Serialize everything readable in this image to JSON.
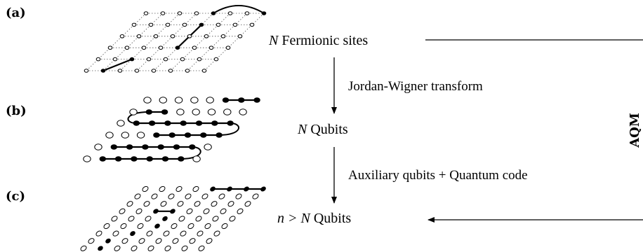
{
  "panels": [
    {
      "label": "(a)"
    },
    {
      "label": "(b)"
    },
    {
      "label": "(c)"
    }
  ],
  "stages": [
    {
      "var": "N",
      "text": " Fermionic sites"
    },
    {
      "var": "N",
      "text": " Qubits"
    },
    {
      "var": "n > N",
      "text": " Qubits"
    }
  ],
  "steps": [
    {
      "text": "Jordan-Wigner transform"
    },
    {
      "text": "Auxiliary qubits + Quantum code"
    }
  ],
  "side_label": "AQM",
  "colors": {
    "ink": "#000000",
    "grid": "#555555",
    "hollow": "#ffffff"
  }
}
